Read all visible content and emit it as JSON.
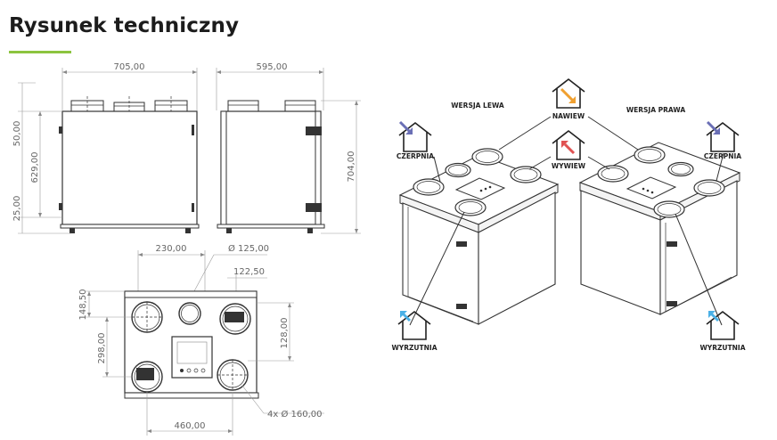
{
  "page": {
    "title": "Rysunek techniczny",
    "accent_color": "#8cc43f"
  },
  "dimensions": {
    "front_width": "705,00",
    "side_width": "595,00",
    "top_offset": "50,00",
    "body_height": "629,00",
    "bottom_offset": "25,00",
    "total_height": "704,00",
    "spigot_spacing": "230,00",
    "small_diameter": "Ø 125,00",
    "spigot_offset": "122,50",
    "top_row_y": "148,50",
    "mid_offset": "128,00",
    "side_offset": "298,00",
    "spigot_diameter": "4x  Ø 160,00",
    "bottom_width": "460,00"
  },
  "versions": {
    "left": "WERSJA LEWA",
    "right": "WERSJA PRAWA"
  },
  "labels": {
    "nawiew": "NAWIEW",
    "wywiew": "WYWIEW",
    "czerpnia_left": "CZERPNIA",
    "czerpnia_right": "CZERPNIA",
    "wyrzutnia_left": "WYRZUTNIA",
    "wyrzutnia_right": "WYRZUTNIA"
  },
  "icons": {
    "nawiew": {
      "name": "house-arrow-in-icon",
      "color": "#f0a030"
    },
    "wywiew": {
      "name": "house-arrow-out-icon",
      "color": "#e05252"
    },
    "czerpnia": {
      "name": "house-intake-icon",
      "color": "#6a6fb5"
    },
    "wyrzutnia": {
      "name": "house-exhaust-icon",
      "color": "#4ab0e6"
    }
  }
}
